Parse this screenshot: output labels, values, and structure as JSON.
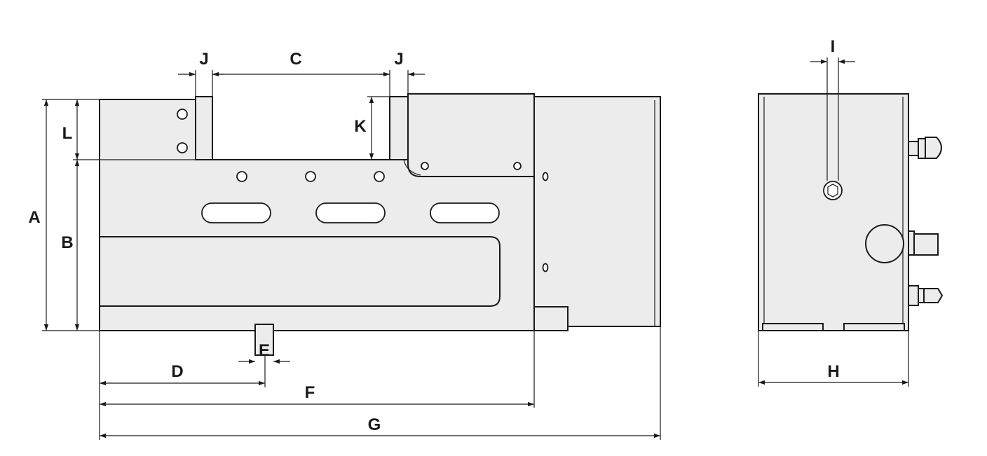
{
  "labels": {
    "A": "A",
    "B": "B",
    "C": "C",
    "D": "D",
    "E": "E",
    "F": "F",
    "G": "G",
    "H": "H",
    "I": "I",
    "J_left": "J",
    "J_right": "J",
    "K": "K",
    "L": "L"
  }
}
